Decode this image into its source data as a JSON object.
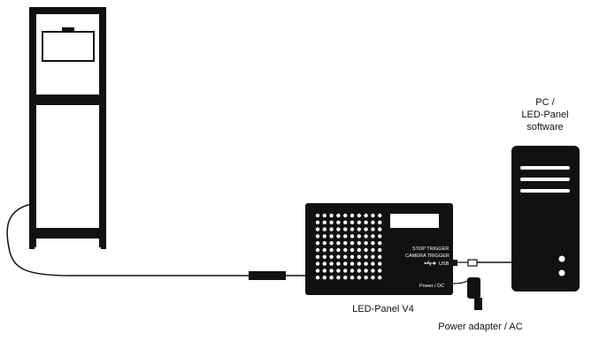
{
  "labels": {
    "pc_line1": "PC /",
    "pc_line2": "LED-Panel",
    "pc_line3": "software",
    "device": "LED-Panel V4",
    "power_adapter": "Power adapter / AC"
  },
  "device_labels": {
    "stop_trigger": "STOP TRIGGER",
    "camera_trigger": "CAMERA TRIGGER",
    "usb": "USB",
    "power_dc": "Power / DC"
  },
  "colors": {
    "device": "#111111",
    "led": "#ffffff",
    "line": "#111111",
    "background": "#ffffff"
  },
  "icons": {
    "usb": "usb-icon"
  }
}
